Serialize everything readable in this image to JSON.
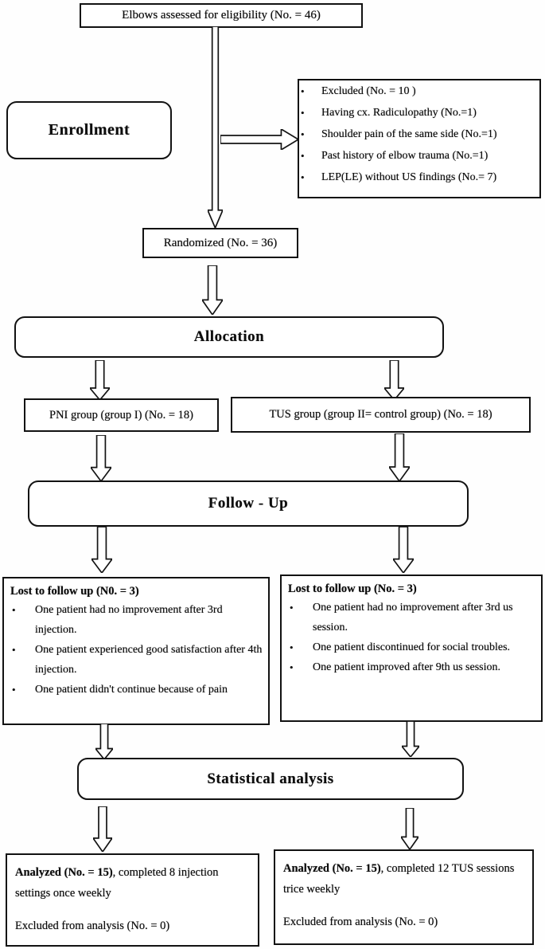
{
  "glyphs": {
    "bullet": "•"
  },
  "flowchart": {
    "eligibility": {
      "text": "Elbows assessed for eligibility (No. = 46)"
    },
    "enrollment": {
      "label": "Enrollment"
    },
    "excluded": {
      "items": [
        "Excluded (No. = 10 )",
        "Having cx. Radiculopathy (No.=1)",
        "Shoulder pain of the same side (No.=1)",
        "Past history of elbow trauma (No.=1)",
        "LEP(LE) without US findings (No.= 7)"
      ]
    },
    "randomized": {
      "text": "Randomized (No. = 36)"
    },
    "allocation": {
      "label": "Allocation"
    },
    "groups": {
      "pni": {
        "text": "PNI group (group I) (No. = 18)"
      },
      "tus": {
        "text": "TUS group (group II= control group) (No. = 18)"
      }
    },
    "followup": {
      "label": "Follow - Up"
    },
    "lost_left": {
      "title": "Lost to follow up (N0. = 3)",
      "items": [
        "One patient had no improvement after 3rd injection.",
        "One patient experienced good satisfaction after 4th injection.",
        "One patient didn't continue because of pain"
      ]
    },
    "lost_right": {
      "title": "Lost to follow up (No. = 3)",
      "items": [
        "One patient had no improvement after 3rd us session.",
        "One patient discontinued for social troubles.",
        "One patient improved after 9th us session."
      ]
    },
    "statistics": {
      "label": "Statistical analysis"
    },
    "analyzed_left": {
      "bold": "Analyzed (No. = 15)",
      "rest": ", completed 8 injection settings once weekly",
      "excluded": "Excluded from analysis (No. = 0)"
    },
    "analyzed_right": {
      "bold": "Analyzed (No. = 15)",
      "rest": ", completed 12 TUS sessions trice weekly",
      "excluded": "Excluded from analysis (No. = 0)"
    }
  }
}
